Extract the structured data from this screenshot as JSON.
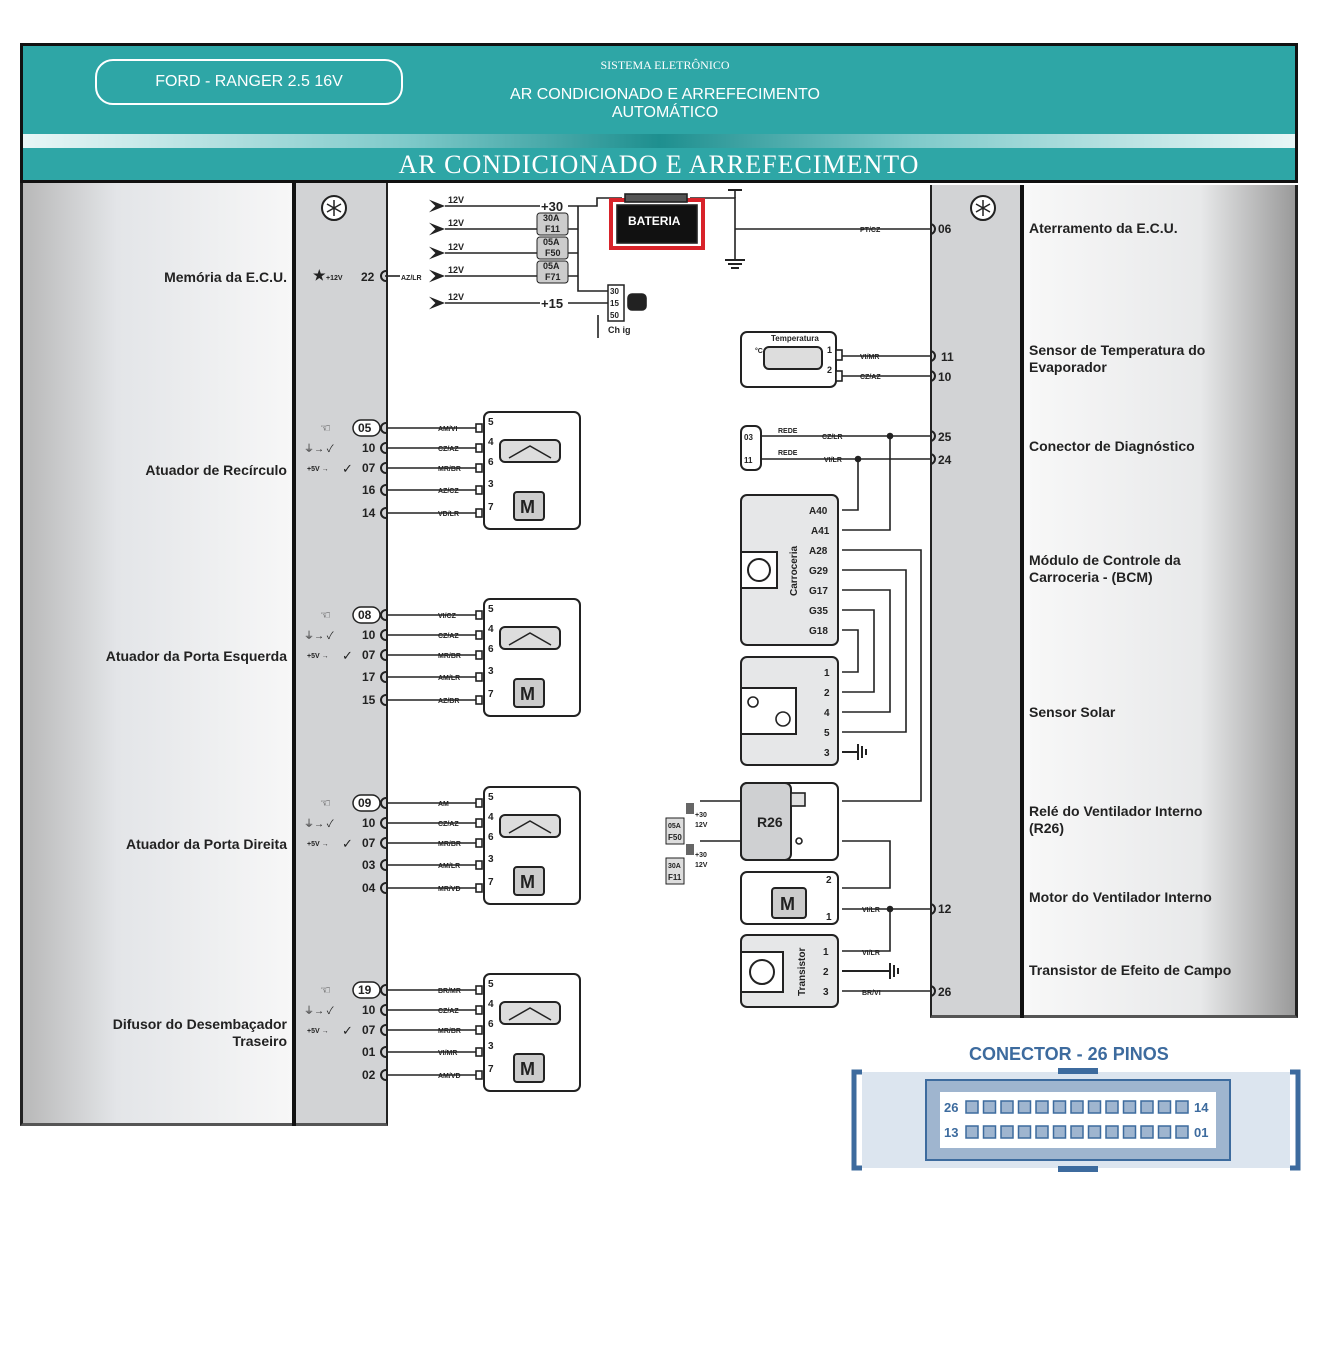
{
  "header": {
    "model": "FORD - RANGER 2.5 16V",
    "system": "SISTEMA ELETRÔNICO",
    "subtitle_line1": "AR CONDICIONADO E ARREFECIMENTO",
    "subtitle_line2": "AUTOMÁTICO",
    "main_title": "AR CONDICIONADO E ARREFECIMENTO"
  },
  "left_labels": [
    {
      "text": "Memória da E.C.U."
    },
    {
      "text": "Atuador de Recírculo"
    },
    {
      "text": "Atuador da Porta Esquerda"
    },
    {
      "text": "Atuador da Porta Direita"
    },
    {
      "text": "Difusor do Desembaçador",
      "text2": "Traseiro"
    }
  ],
  "right_labels": [
    {
      "text": "Aterramento da E.C.U."
    },
    {
      "text": "Sensor de Temperatura do",
      "text2": "Evaporador"
    },
    {
      "text": "Conector de Diagnóstico"
    },
    {
      "text": "Módulo de Controle da",
      "text2": "Carroceria - (BCM)"
    },
    {
      "text": "Sensor Solar"
    },
    {
      "text": "Relé do Ventilador Interno",
      "text2": "(R26)"
    },
    {
      "text": "Motor do Ventilador Interno"
    },
    {
      "text": "Transistor de Efeito de Campo"
    }
  ],
  "power": {
    "battery_label": "BATERIA",
    "plus30": "+30",
    "plus15": "+15",
    "voltage": "12V",
    "fuses": [
      {
        "rating": "30A",
        "id": "F11"
      },
      {
        "rating": "05A",
        "id": "F50"
      },
      {
        "rating": "05A",
        "id": "F71"
      }
    ],
    "ignition_switch": {
      "label": "Ch ig",
      "pins": [
        "30",
        "15",
        "50"
      ]
    },
    "memory_pin": "22",
    "memory_supply": "+12V",
    "memory_wire": "AZ/LR",
    "ground_wire": "PT/CZ",
    "ground_pin": "06"
  },
  "actuators": [
    {
      "signal_pin": "05",
      "pins": [
        "10",
        "07",
        "16",
        "14"
      ],
      "wires": [
        "AM/VI",
        "CZ/AZ",
        "MR/BR",
        "AZ/CZ",
        "VD/LR"
      ]
    },
    {
      "signal_pin": "08",
      "pins": [
        "10",
        "07",
        "17",
        "15"
      ],
      "wires": [
        "VI/CZ",
        "CZ/AZ",
        "MR/BR",
        "AM/LR",
        "AZ/BR"
      ]
    },
    {
      "signal_pin": "09",
      "pins": [
        "10",
        "07",
        "03",
        "04"
      ],
      "wires": [
        "AM",
        "CZ/AZ",
        "MR/BR",
        "AM/LR",
        "MR/VD"
      ]
    },
    {
      "signal_pin": "19",
      "pins": [
        "10",
        "07",
        "01",
        "02"
      ],
      "wires": [
        "BR/MR",
        "CZ/AZ",
        "MR/BR",
        "VI/MR",
        "AM/VD"
      ]
    }
  ],
  "actuator_common": {
    "supply": "+5V",
    "connector_pins": [
      "5",
      "4",
      "6",
      "3",
      "7"
    ],
    "motor_label": "M"
  },
  "temp_sensor": {
    "label": "Temperatura",
    "unit": "°C",
    "pins": [
      "1",
      "2"
    ],
    "wires": [
      "VI/MR",
      "CZ/AZ"
    ],
    "ecu_pins": [
      "11",
      "10"
    ]
  },
  "diagnostic": {
    "pins": [
      "03",
      "11"
    ],
    "net_label": "REDE",
    "wires": [
      "CZ/LR",
      "VI/LR"
    ],
    "ecu_pins": [
      "25",
      "24"
    ]
  },
  "bcm": {
    "label": "Carroceria",
    "pins": [
      "A40",
      "A41",
      "A28",
      "G29",
      "G17",
      "G35",
      "G18"
    ]
  },
  "solar_sensor": {
    "pins": [
      "1",
      "2",
      "4",
      "5",
      "3"
    ]
  },
  "relay": {
    "label": "R26",
    "feeds": [
      {
        "supply": "+30",
        "voltage": "12V",
        "rating": "05A",
        "fuse": "F50"
      },
      {
        "supply": "+30",
        "voltage": "12V",
        "rating": "30A",
        "fuse": "F11"
      }
    ]
  },
  "blower_motor": {
    "label": "M",
    "pins": [
      "2",
      "1"
    ],
    "wire": "VI/LR",
    "ecu_pin": "12"
  },
  "transistor": {
    "label": "Transistor",
    "pins": [
      "1",
      "2",
      "3"
    ],
    "wires": [
      "VI/LR",
      "BR/VI"
    ],
    "ecu_pin": "26"
  },
  "connector26": {
    "title": "CONECTOR - 26 PINOS",
    "top_left": "26",
    "top_right": "14",
    "bottom_left": "13",
    "bottom_right": "01",
    "pins_per_row": 13
  },
  "colors": {
    "teal": "#2ea6a6",
    "battery_frame": "#d8232a",
    "connector_blue": "#3d6b9e",
    "connector_fill": "#dce5ef"
  }
}
